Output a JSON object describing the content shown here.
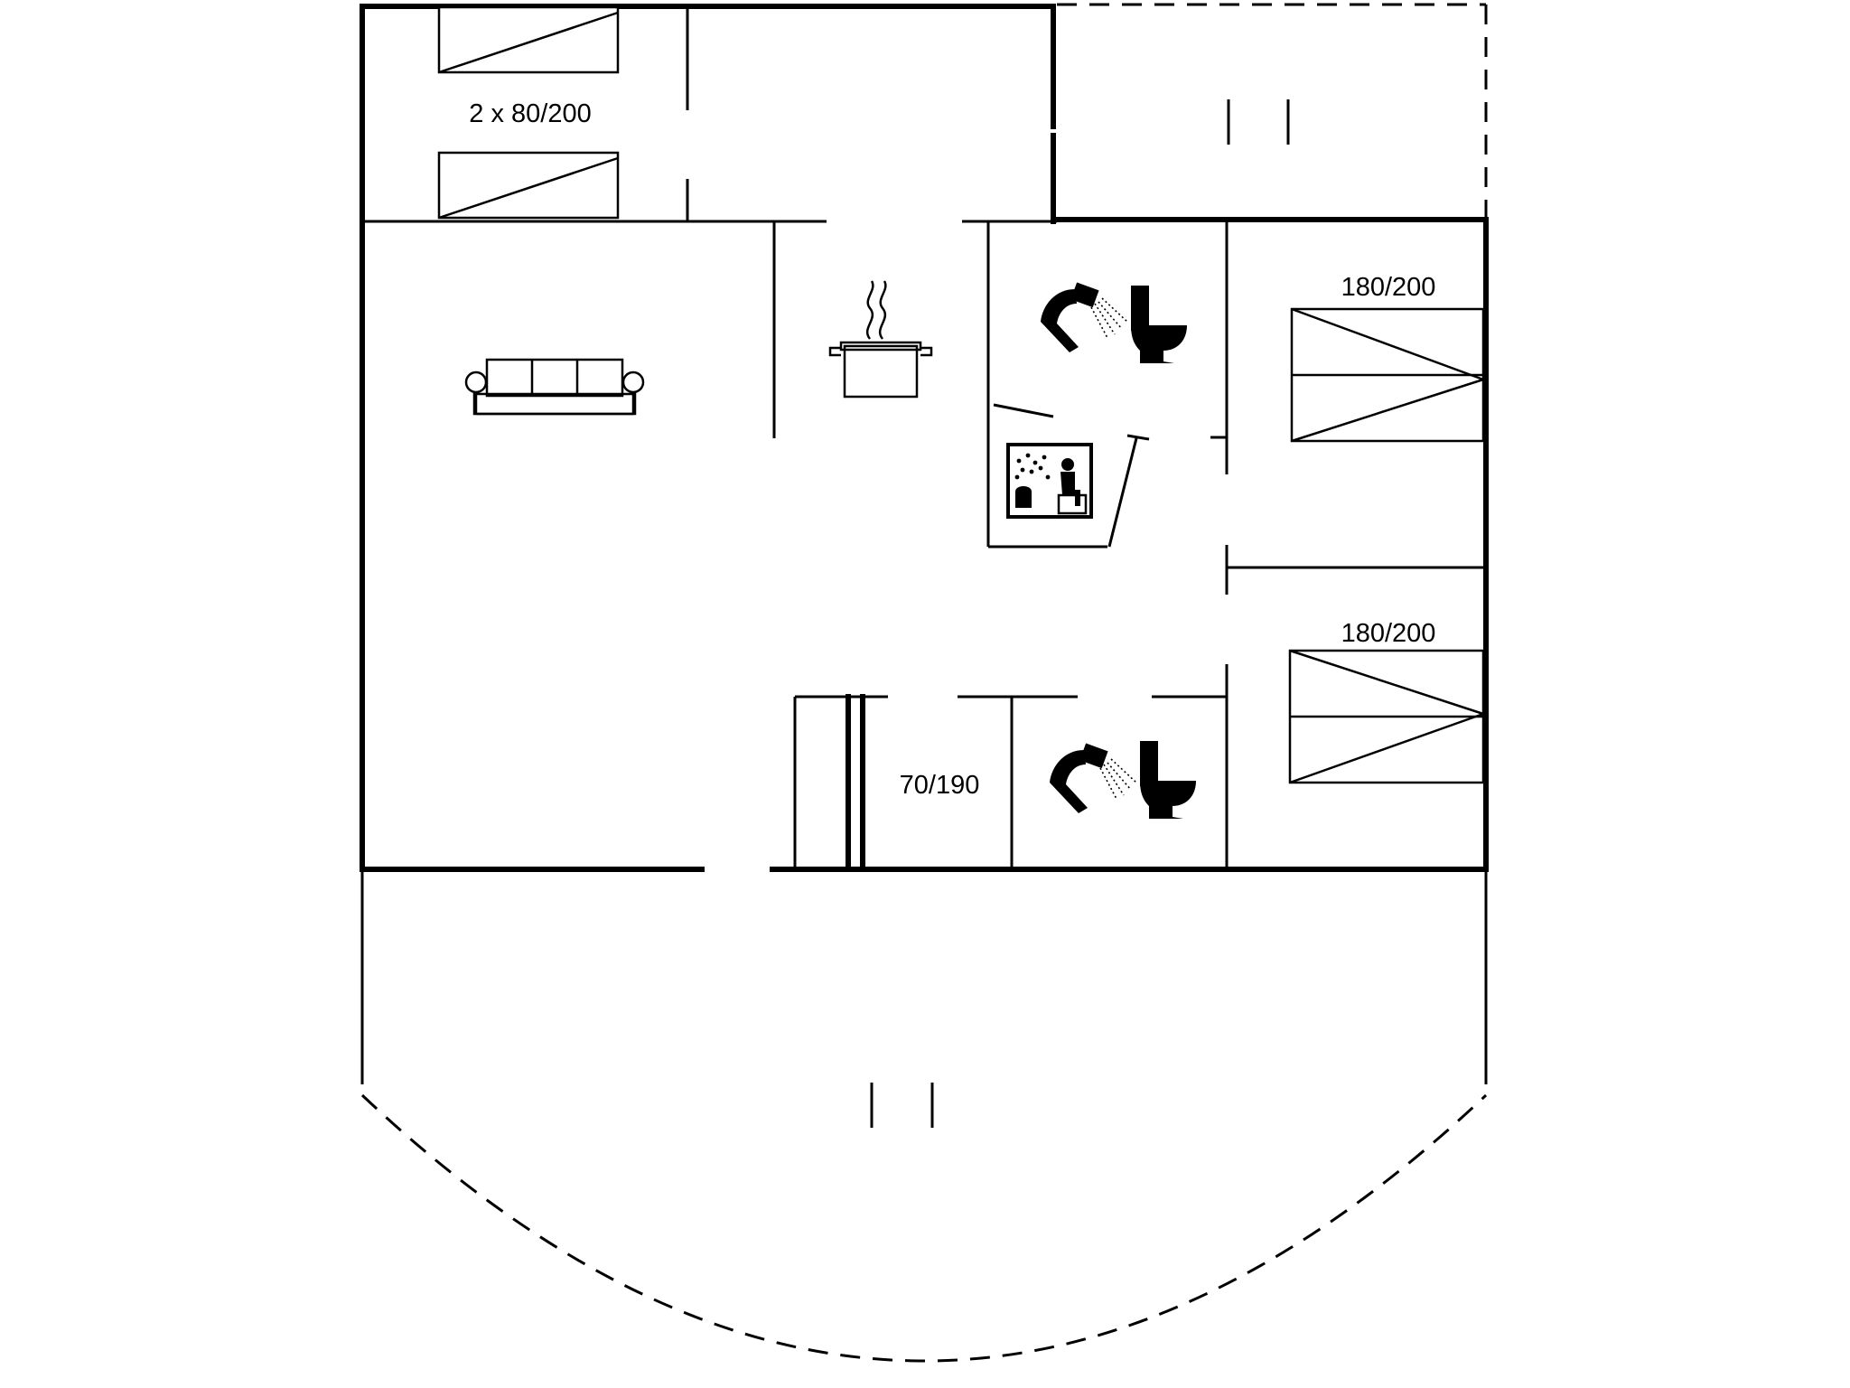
{
  "floorplan": {
    "bed_labels": {
      "bunk_room": "2 x 80/200",
      "bedroom_upper": "180/200",
      "bedroom_lower": "180/200",
      "small_bedroom": "70/190"
    },
    "icons": [
      "sofa-icon",
      "cooking-pot-icon",
      "shower-icon",
      "toilet-icon",
      "sauna-icon"
    ]
  }
}
